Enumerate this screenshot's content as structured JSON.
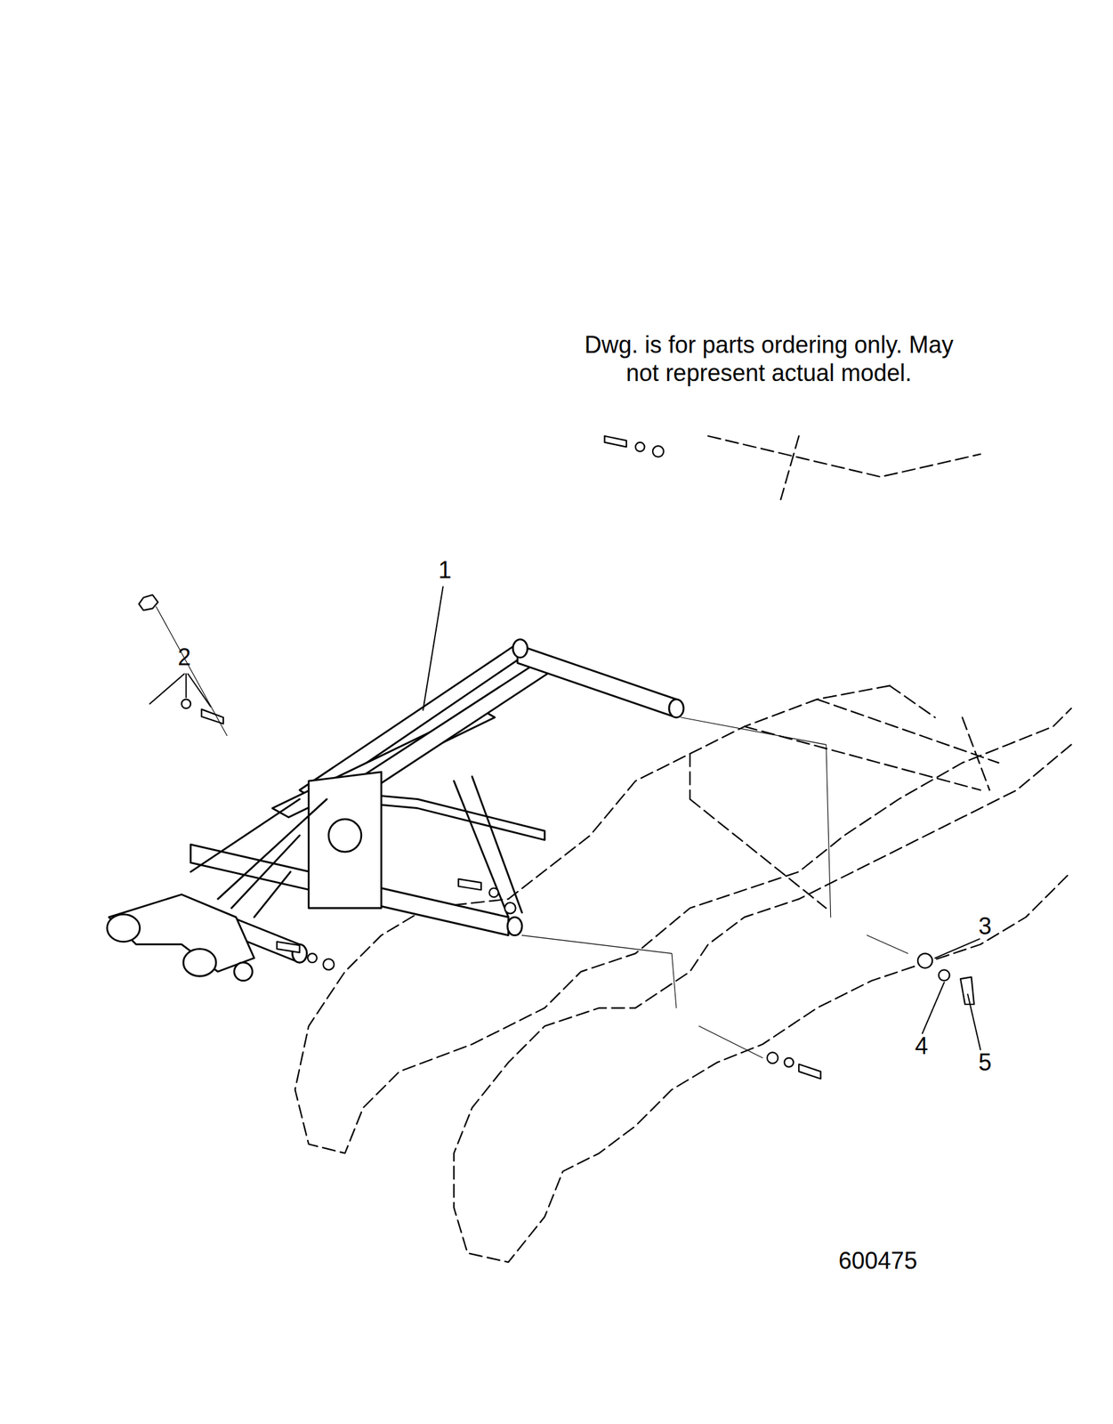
{
  "diagram": {
    "labels": [
      "Dwg. is for parts ordering only. May not represent actual model.",
      "1",
      "2",
      "3",
      "4",
      "5",
      "600475"
    ]
  }
}
